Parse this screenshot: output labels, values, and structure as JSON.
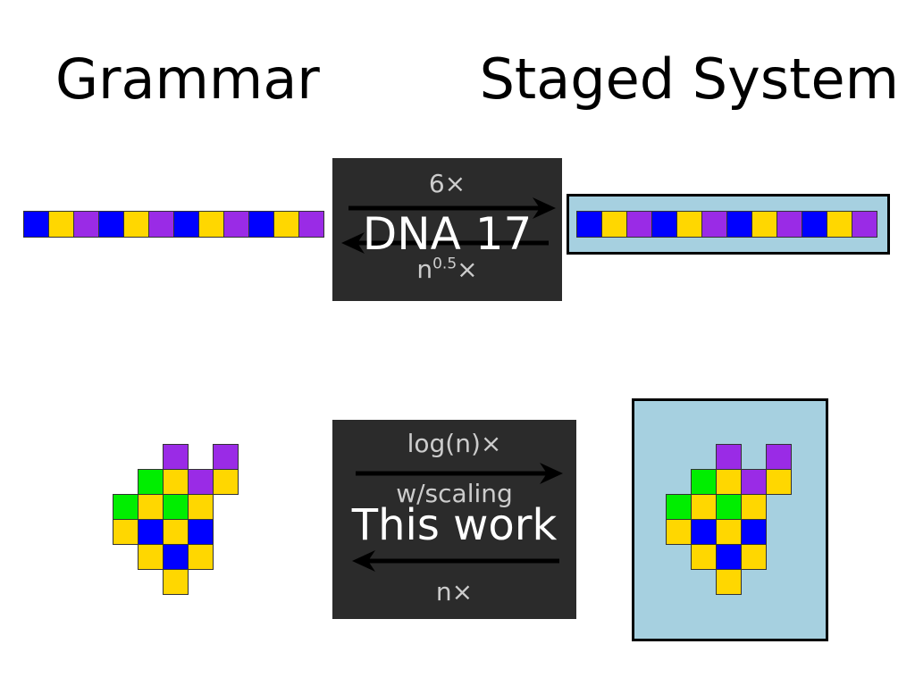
{
  "headings": {
    "left": "Grammar",
    "right": "Staged System"
  },
  "top_box": {
    "label_top": "6×",
    "label_center": "DNA 17",
    "label_bottom_base": "n",
    "label_bottom_exp": "0.5",
    "label_bottom_suffix": "×"
  },
  "bottom_box": {
    "label_top": "log(n)×",
    "label_mid": "w/scaling",
    "label_center": "This work",
    "label_bottom": "n×"
  },
  "colors": {
    "blue": "#0000ff",
    "yellow": "#ffd700",
    "purple": "#9a2be6",
    "green": "#00ee00",
    "panel": "#a6d0e0",
    "box": "#2b2b2b"
  },
  "strip_sequence": [
    "blue",
    "yellow",
    "purple",
    "blue",
    "yellow",
    "purple",
    "blue",
    "yellow",
    "purple",
    "blue",
    "yellow",
    "purple"
  ],
  "shape_grid": [
    [
      null,
      null,
      "purple",
      null,
      "purple"
    ],
    [
      null,
      "green",
      "yellow",
      "purple",
      "yellow"
    ],
    [
      "green",
      "yellow",
      "green",
      "yellow",
      null
    ],
    [
      "yellow",
      "blue",
      "yellow",
      "blue",
      null
    ],
    [
      null,
      "yellow",
      "blue",
      "yellow",
      null
    ],
    [
      null,
      null,
      "yellow",
      null,
      null
    ]
  ]
}
